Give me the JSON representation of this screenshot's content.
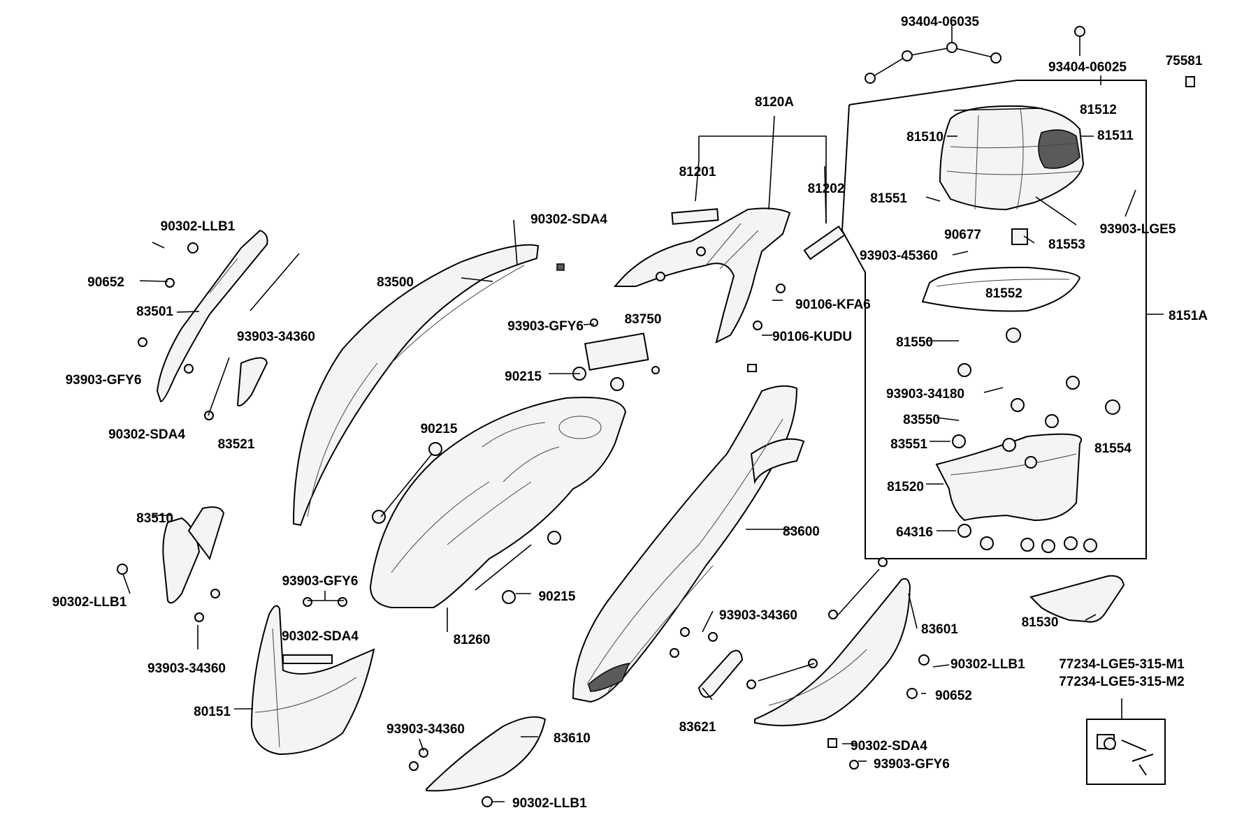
{
  "labels": {
    "p93404_06035": "93404-06035",
    "p93404_06025": "93404-06025",
    "p75581": "75581",
    "p8120A": "8120A",
    "p81512": "81512",
    "p81510": "81510",
    "p81511": "81511",
    "p81201": "81201",
    "p81202": "81202",
    "p81551": "81551",
    "p93903_LGE5": "93903-LGE5",
    "p90677": "90677",
    "p81553": "81553",
    "p93903_45360": "93903-45360",
    "p90302_LLB1_a": "90302-LLB1",
    "p90302_SDA4_a": "90302-SDA4",
    "p90652_a": "90652",
    "p83500": "83500",
    "p81552": "81552",
    "p8151A": "8151A",
    "p83501": "83501",
    "p90106_KFA6": "90106-KFA6",
    "p93903_34360_a": "93903-34360",
    "p93903_GFY6_a": "93903-GFY6",
    "p83750": "83750",
    "p90106_KUDU": "90106-KUDU",
    "p81550": "81550",
    "p93903_GFY6_b": "93903-GFY6",
    "p90215_a": "90215",
    "p93903_34180": "93903-34180",
    "p90302_SDA4_b": "90302-SDA4",
    "p83521": "83521",
    "p90215_b": "90215",
    "p83550": "83550",
    "p83551": "83551",
    "p81554": "81554",
    "p81520": "81520",
    "p83510": "83510",
    "p83600": "83600",
    "p64316": "64316",
    "p90302_LLB1_b": "90302-LLB1",
    "p90215_c": "90215",
    "p93903_GFY6_c": "93903-GFY6",
    "p93903_34360_b": "93903-34360",
    "p83601": "83601",
    "p81260": "81260",
    "p90302_SDA4_c": "90302-SDA4",
    "p81530": "81530",
    "p90302_LLB1_c": "90302-LLB1",
    "p93903_34360_c": "93903-34360",
    "p77234_M1": "77234-LGE5-315-M1",
    "p77234_M2": "77234-LGE5-315-M2",
    "p90652_b": "90652",
    "p80151": "80151",
    "p83621": "83621",
    "p93903_34360_d": "93903-34360",
    "p83610": "83610",
    "p90302_SDA4_d": "90302-SDA4",
    "p93903_GFY6_d": "93903-GFY6",
    "p90302_LLB1_d": "90302-LLB1"
  }
}
